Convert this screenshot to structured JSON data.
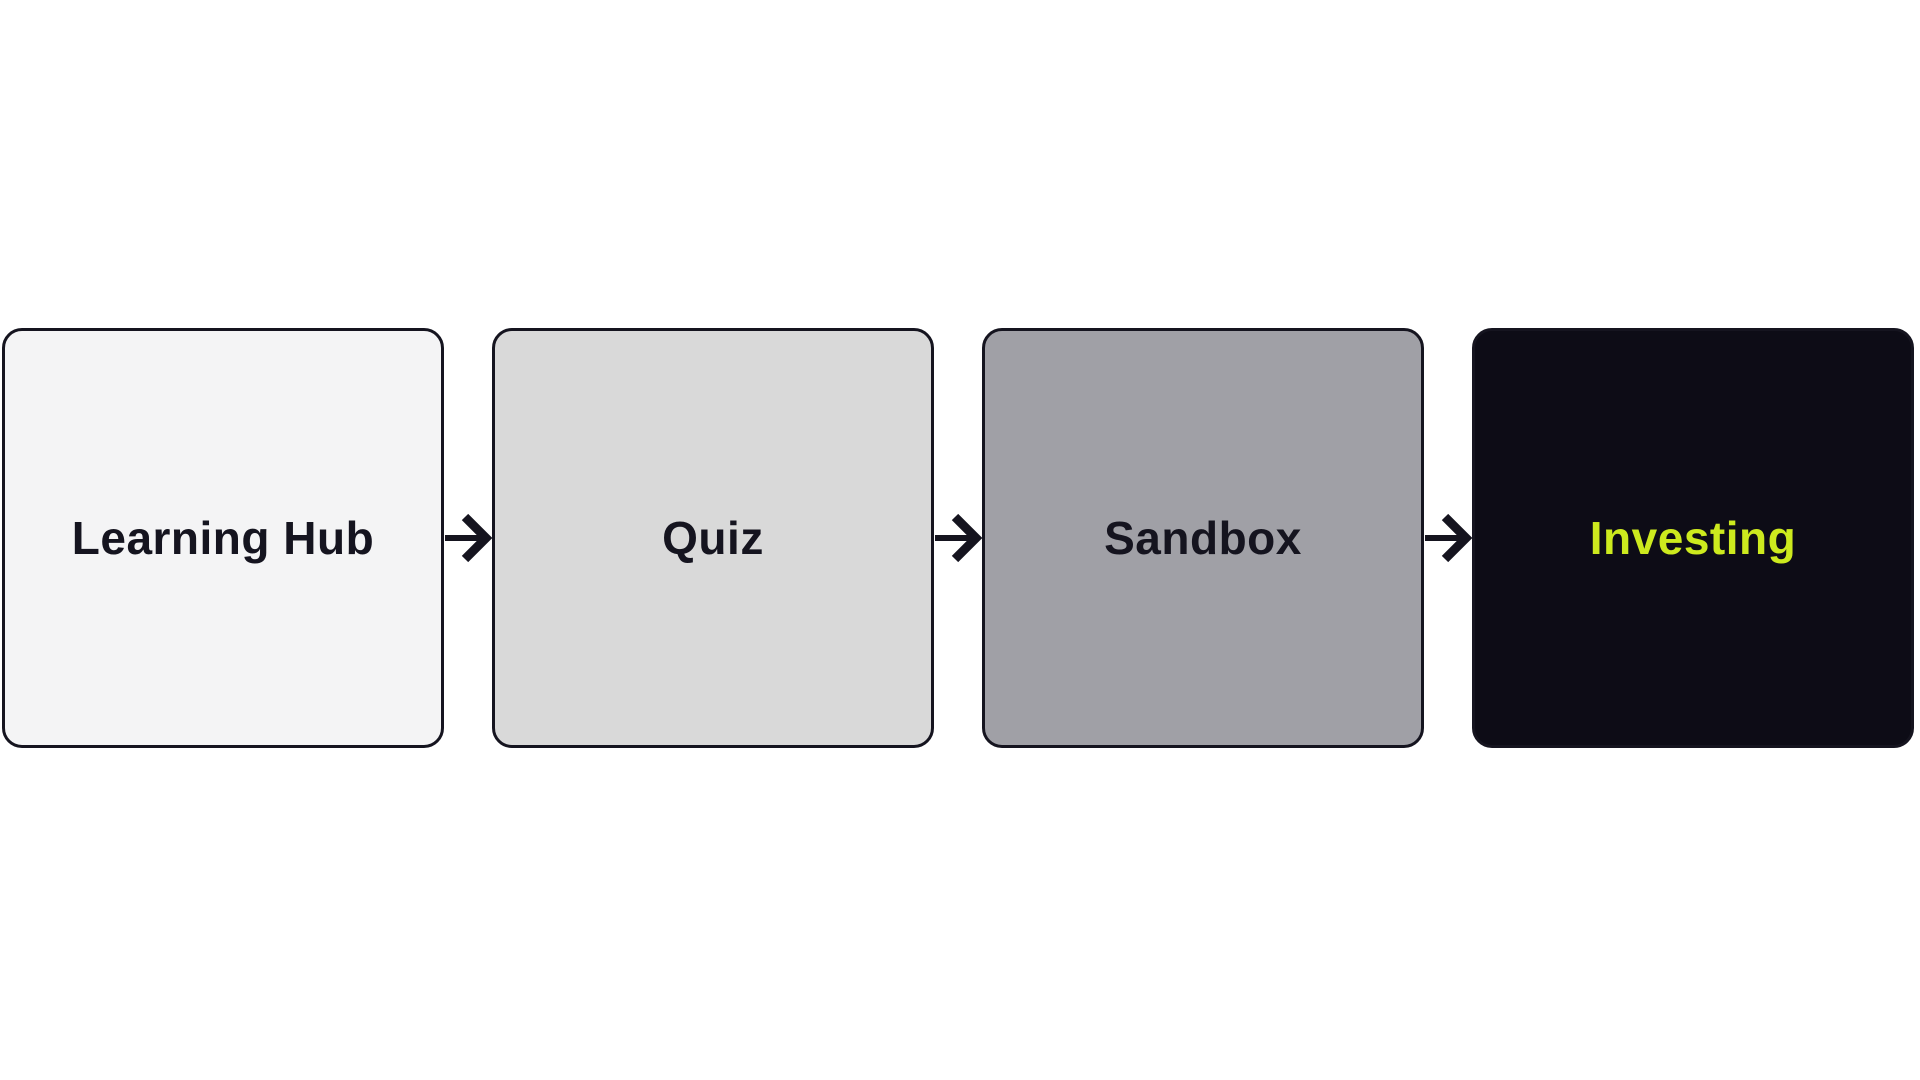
{
  "page": {
    "background": "#ffffff"
  },
  "flow": {
    "type": "horizontal-flowchart",
    "border_color": "#15141f",
    "arrow_color": "#15141f",
    "steps": [
      {
        "label": "Learning Hub",
        "fill": "#f4f4f5",
        "text_color": "#15141f"
      },
      {
        "label": "Quiz",
        "fill": "#d9d9d9",
        "text_color": "#15141f"
      },
      {
        "label": "Sandbox",
        "fill": "#a0a0a6",
        "text_color": "#15141f"
      },
      {
        "label": "Investing",
        "fill": "#0d0c16",
        "text_color": "#cdea1e"
      }
    ]
  }
}
